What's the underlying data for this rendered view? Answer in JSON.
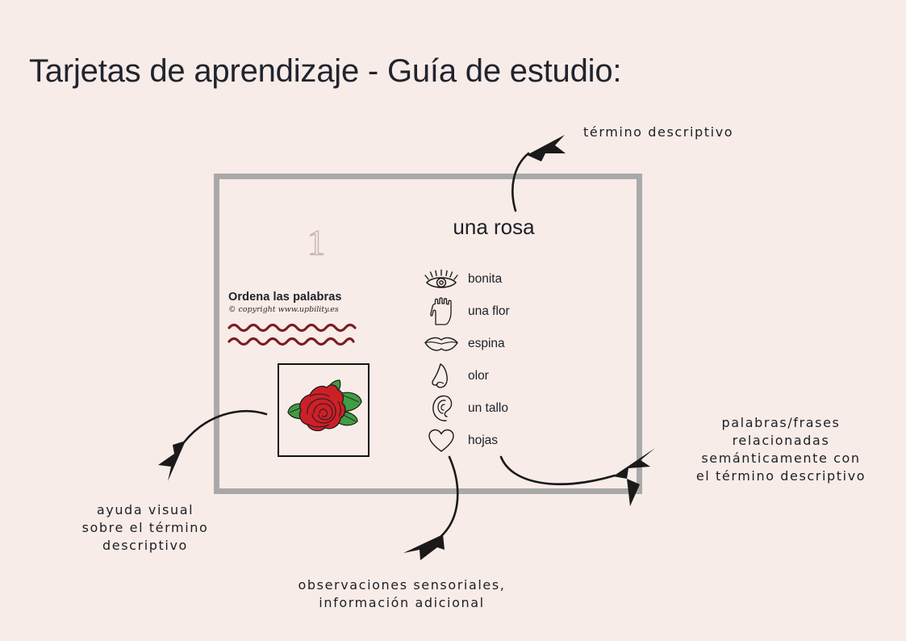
{
  "page": {
    "title": "Tarjetas de aprendizaje - Guía de estudio:",
    "background_color": "#f8ece8",
    "text_color": "#1d2129"
  },
  "card": {
    "number": "1",
    "frame_color": "#a9a9a9",
    "instruction_title": "Ordena las palabras",
    "copyright": "© copyright www.upbility.es",
    "headword": "una rosa",
    "wavy_line_color": "#7a1d24",
    "wavy_line_count": "2",
    "image": {
      "name": "rose-illustration",
      "alt": "una rosa",
      "petal_color": "#cc2029",
      "leaf_color": "#3f9d43",
      "border_color": "#111111"
    },
    "senses": [
      {
        "icon": "eye-icon",
        "label": "bonita"
      },
      {
        "icon": "hand-icon",
        "label": "una flor"
      },
      {
        "icon": "lips-icon",
        "label": "espina"
      },
      {
        "icon": "nose-icon",
        "label": "olor"
      },
      {
        "icon": "ear-icon",
        "label": "un tallo"
      },
      {
        "icon": "heart-icon",
        "label": "hojas"
      }
    ]
  },
  "annotations": {
    "term": "término descriptivo",
    "semantic_line1": "palabras/frases",
    "semantic_line2": "relacionadas",
    "semantic_line3": "semánticamente con",
    "semantic_line4": "el término descriptivo",
    "visual_line1": "ayuda visual",
    "visual_line2": "sobre el término",
    "visual_line3": "descriptivo",
    "sensory_line1": "observaciones sensoriales,",
    "sensory_line2": "información adicional",
    "arrow_color": "#1a1a1a"
  }
}
